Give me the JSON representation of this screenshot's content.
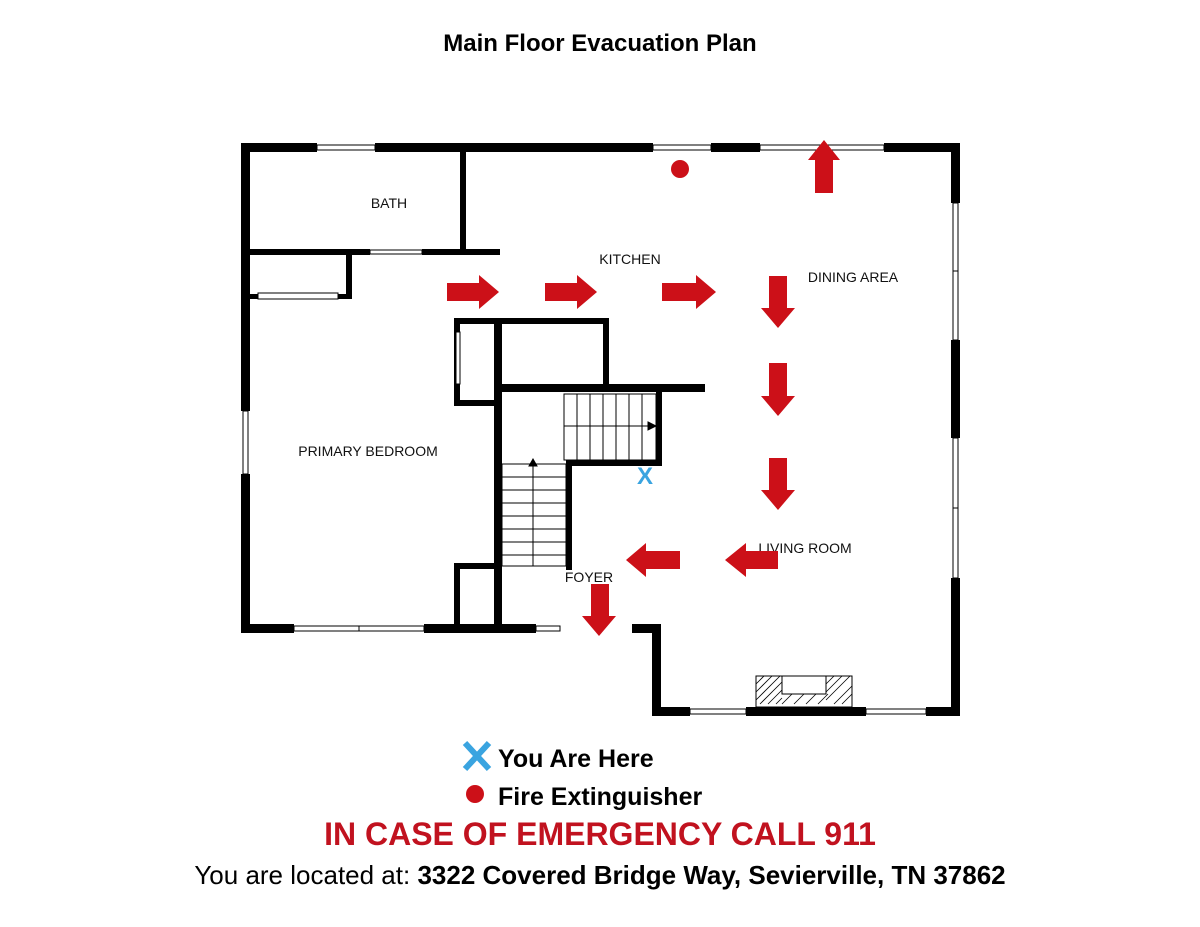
{
  "title": "Main Floor Evacuation Plan",
  "rooms": {
    "bath": "BATH",
    "kitchen": "KITCHEN",
    "dining": "DINING AREA",
    "bedroom": "PRIMARY BEDROOM",
    "living": "LIVING ROOM",
    "foyer": "FOYER"
  },
  "markers": {
    "you_are_here_glyph": "X",
    "colors": {
      "arrow": "#cc1018",
      "extinguisher": "#cc1018",
      "you_are_here": "#3aa4e0"
    }
  },
  "legend": {
    "you_are_here": "You Are Here",
    "fire_extinguisher": "Fire Extinguisher"
  },
  "emergency": "IN CASE OF EMERGENCY CALL 911",
  "location": {
    "prefix": "You are located at: ",
    "address": "3322 Covered Bridge Way, Sevierville, TN 37862"
  }
}
